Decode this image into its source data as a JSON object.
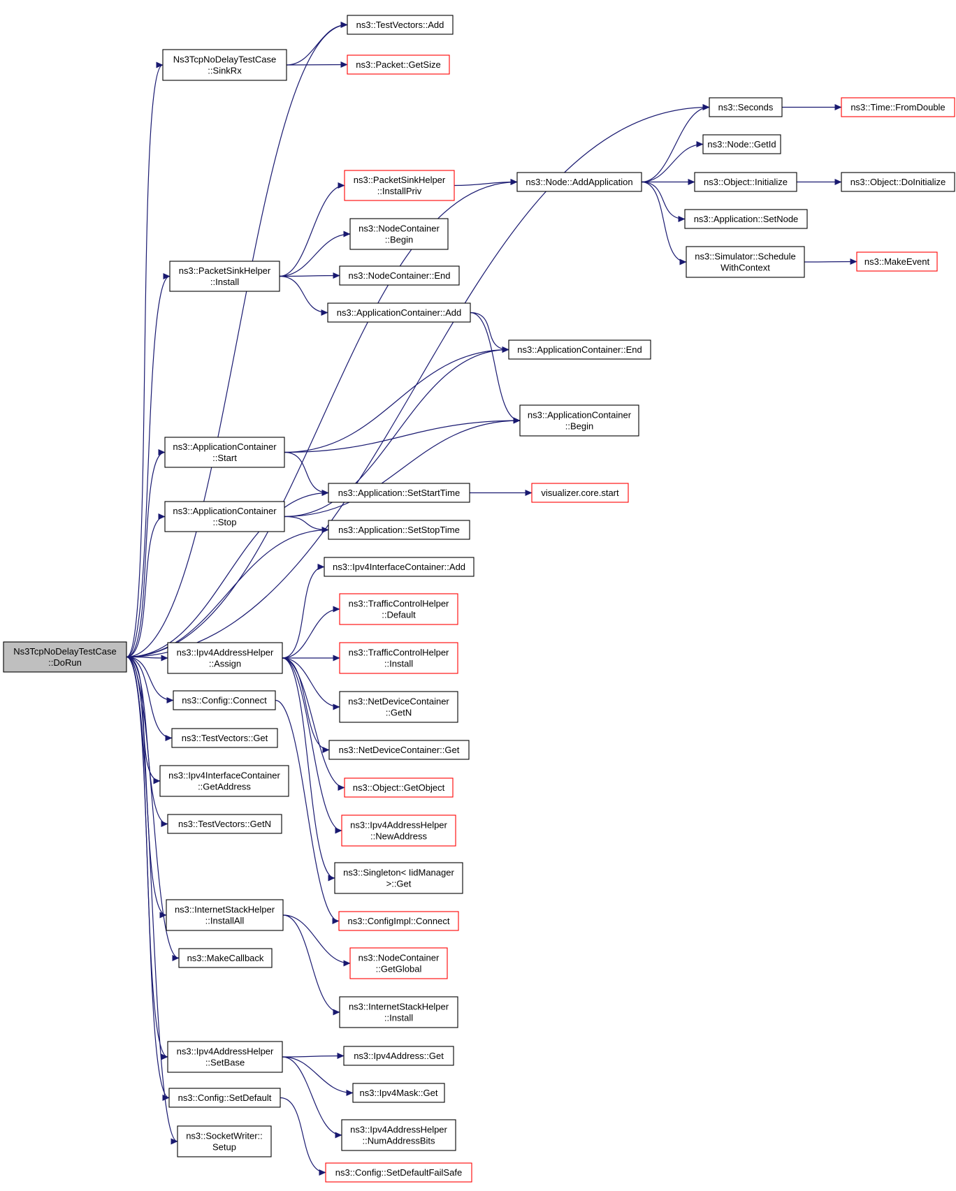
{
  "graph": {
    "nodes": [
      {
        "id": "root",
        "lines": [
          "Ns3TcpNoDelayTestCase",
          "::DoRun"
        ],
        "style": "root"
      },
      {
        "id": "tv_add",
        "lines": [
          "ns3::TestVectors::Add"
        ],
        "style": "normal"
      },
      {
        "id": "sinkrx",
        "lines": [
          "Ns3TcpNoDelayTestCase",
          "::SinkRx"
        ],
        "style": "normal"
      },
      {
        "id": "pkt_getsize",
        "lines": [
          "ns3::Packet::GetSize"
        ],
        "style": "red"
      },
      {
        "id": "seconds",
        "lines": [
          "ns3::Seconds"
        ],
        "style": "normal"
      },
      {
        "id": "fromdouble",
        "lines": [
          "ns3::Time::FromDouble"
        ],
        "style": "red"
      },
      {
        "id": "node_getid",
        "lines": [
          "ns3::Node::GetId"
        ],
        "style": "normal"
      },
      {
        "id": "psh_installpriv",
        "lines": [
          "ns3::PacketSinkHelper",
          "::InstallPriv"
        ],
        "style": "red"
      },
      {
        "id": "node_addapp",
        "lines": [
          "ns3::Node::AddApplication"
        ],
        "style": "normal"
      },
      {
        "id": "obj_init",
        "lines": [
          "ns3::Object::Initialize"
        ],
        "style": "normal"
      },
      {
        "id": "obj_doinit",
        "lines": [
          "ns3::Object::DoInitialize"
        ],
        "style": "normal"
      },
      {
        "id": "nc_begin",
        "lines": [
          "ns3::NodeContainer",
          "::Begin"
        ],
        "style": "normal"
      },
      {
        "id": "app_setnode",
        "lines": [
          "ns3::Application::SetNode"
        ],
        "style": "normal"
      },
      {
        "id": "sim_sched",
        "lines": [
          "ns3::Simulator::Schedule",
          "WithContext"
        ],
        "style": "normal"
      },
      {
        "id": "makeevent",
        "lines": [
          "ns3::MakeEvent"
        ],
        "style": "red"
      },
      {
        "id": "psh_install",
        "lines": [
          "ns3::PacketSinkHelper",
          "::Install"
        ],
        "style": "normal"
      },
      {
        "id": "nc_end",
        "lines": [
          "ns3::NodeContainer::End"
        ],
        "style": "normal"
      },
      {
        "id": "ac_add",
        "lines": [
          "ns3::ApplicationContainer::Add"
        ],
        "style": "normal"
      },
      {
        "id": "ac_end",
        "lines": [
          "ns3::ApplicationContainer::End"
        ],
        "style": "normal"
      },
      {
        "id": "ac_begin",
        "lines": [
          "ns3::ApplicationContainer",
          "::Begin"
        ],
        "style": "normal"
      },
      {
        "id": "ac_start",
        "lines": [
          "ns3::ApplicationContainer",
          "::Start"
        ],
        "style": "normal"
      },
      {
        "id": "app_setstart",
        "lines": [
          "ns3::Application::SetStartTime"
        ],
        "style": "normal"
      },
      {
        "id": "viz_start",
        "lines": [
          "visualizer.core.start"
        ],
        "style": "red"
      },
      {
        "id": "ac_stop",
        "lines": [
          "ns3::ApplicationContainer",
          "::Stop"
        ],
        "style": "normal"
      },
      {
        "id": "app_setstop",
        "lines": [
          "ns3::Application::SetStopTime"
        ],
        "style": "normal"
      },
      {
        "id": "ipv4ic_add",
        "lines": [
          "ns3::Ipv4InterfaceContainer::Add"
        ],
        "style": "normal"
      },
      {
        "id": "tch_default",
        "lines": [
          "ns3::TrafficControlHelper",
          "::Default"
        ],
        "style": "red"
      },
      {
        "id": "ipv4ah_assign",
        "lines": [
          "ns3::Ipv4AddressHelper",
          "::Assign"
        ],
        "style": "normal"
      },
      {
        "id": "tch_install",
        "lines": [
          "ns3::TrafficControlHelper",
          "::Install"
        ],
        "style": "red"
      },
      {
        "id": "cfg_connect",
        "lines": [
          "ns3::Config::Connect"
        ],
        "style": "normal"
      },
      {
        "id": "ndc_getn",
        "lines": [
          "ns3::NetDeviceContainer",
          "::GetN"
        ],
        "style": "normal"
      },
      {
        "id": "tv_get",
        "lines": [
          "ns3::TestVectors::Get"
        ],
        "style": "normal"
      },
      {
        "id": "ndc_get",
        "lines": [
          "ns3::NetDeviceContainer::Get"
        ],
        "style": "normal"
      },
      {
        "id": "ipv4ic_getaddr",
        "lines": [
          "ns3::Ipv4InterfaceContainer",
          "::GetAddress"
        ],
        "style": "normal"
      },
      {
        "id": "obj_getobject",
        "lines": [
          "ns3::Object::GetObject"
        ],
        "style": "red"
      },
      {
        "id": "tv_getn",
        "lines": [
          "ns3::TestVectors::GetN"
        ],
        "style": "normal"
      },
      {
        "id": "ipv4ah_newaddr",
        "lines": [
          "ns3::Ipv4AddressHelper",
          "::NewAddress"
        ],
        "style": "red"
      },
      {
        "id": "singleton_get",
        "lines": [
          "ns3::Singleton< IidManager",
          ">::Get"
        ],
        "style": "normal"
      },
      {
        "id": "ish_installall",
        "lines": [
          "ns3::InternetStackHelper",
          "::InstallAll"
        ],
        "style": "normal"
      },
      {
        "id": "cfgimpl_connect",
        "lines": [
          "ns3::ConfigImpl::Connect"
        ],
        "style": "red"
      },
      {
        "id": "makecallback",
        "lines": [
          "ns3::MakeCallback"
        ],
        "style": "normal"
      },
      {
        "id": "nc_getglobal",
        "lines": [
          "ns3::NodeContainer",
          "::GetGlobal"
        ],
        "style": "red"
      },
      {
        "id": "ish_install",
        "lines": [
          "ns3::InternetStackHelper",
          "::Install"
        ],
        "style": "normal"
      },
      {
        "id": "ipv4ah_setbase",
        "lines": [
          "ns3::Ipv4AddressHelper",
          "::SetBase"
        ],
        "style": "normal"
      },
      {
        "id": "ipv4addr_get",
        "lines": [
          "ns3::Ipv4Address::Get"
        ],
        "style": "normal"
      },
      {
        "id": "ipv4mask_get",
        "lines": [
          "ns3::Ipv4Mask::Get"
        ],
        "style": "normal"
      },
      {
        "id": "cfg_setdefault",
        "lines": [
          "ns3::Config::SetDefault"
        ],
        "style": "normal"
      },
      {
        "id": "ipv4ah_numbits",
        "lines": [
          "ns3::Ipv4AddressHelper",
          "::NumAddressBits"
        ],
        "style": "normal"
      },
      {
        "id": "sw_setup",
        "lines": [
          "ns3::SocketWriter::",
          "Setup"
        ],
        "style": "normal"
      },
      {
        "id": "cfg_setdefaultfs",
        "lines": [
          "ns3::Config::SetDefaultFailSafe"
        ],
        "style": "red"
      }
    ],
    "edges": [
      [
        "root",
        "tv_add"
      ],
      [
        "root",
        "sinkrx"
      ],
      [
        "sinkrx",
        "tv_add"
      ],
      [
        "sinkrx",
        "pkt_getsize"
      ],
      [
        "root",
        "seconds"
      ],
      [
        "seconds",
        "fromdouble"
      ],
      [
        "root",
        "node_addapp"
      ],
      [
        "node_addapp",
        "seconds"
      ],
      [
        "node_addapp",
        "node_getid"
      ],
      [
        "node_addapp",
        "obj_init"
      ],
      [
        "obj_init",
        "obj_doinit"
      ],
      [
        "node_addapp",
        "app_setnode"
      ],
      [
        "node_addapp",
        "sim_sched"
      ],
      [
        "sim_sched",
        "makeevent"
      ],
      [
        "psh_installpriv",
        "node_addapp"
      ],
      [
        "root",
        "psh_install"
      ],
      [
        "psh_install",
        "psh_installpriv"
      ],
      [
        "psh_install",
        "nc_begin"
      ],
      [
        "psh_install",
        "nc_end"
      ],
      [
        "psh_install",
        "ac_add"
      ],
      [
        "ac_add",
        "ac_end"
      ],
      [
        "ac_add",
        "ac_begin"
      ],
      [
        "root",
        "ac_start"
      ],
      [
        "ac_start",
        "ac_end"
      ],
      [
        "ac_start",
        "ac_begin"
      ],
      [
        "ac_start",
        "app_setstart"
      ],
      [
        "root",
        "ac_stop"
      ],
      [
        "ac_stop",
        "ac_end"
      ],
      [
        "ac_stop",
        "ac_begin"
      ],
      [
        "ac_stop",
        "app_setstop"
      ],
      [
        "root",
        "app_setstart"
      ],
      [
        "app_setstart",
        "viz_start"
      ],
      [
        "root",
        "app_setstop"
      ],
      [
        "root",
        "ipv4ah_assign"
      ],
      [
        "ipv4ah_assign",
        "ipv4ic_add"
      ],
      [
        "ipv4ah_assign",
        "tch_default"
      ],
      [
        "ipv4ah_assign",
        "tch_install"
      ],
      [
        "ipv4ah_assign",
        "ndc_getn"
      ],
      [
        "ipv4ah_assign",
        "ndc_get"
      ],
      [
        "ipv4ah_assign",
        "obj_getobject"
      ],
      [
        "ipv4ah_assign",
        "ipv4ah_newaddr"
      ],
      [
        "ipv4ah_assign",
        "singleton_get"
      ],
      [
        "root",
        "cfg_connect"
      ],
      [
        "cfg_connect",
        "cfgimpl_connect"
      ],
      [
        "root",
        "tv_get"
      ],
      [
        "root",
        "ipv4ic_getaddr"
      ],
      [
        "root",
        "tv_getn"
      ],
      [
        "root",
        "ish_installall"
      ],
      [
        "ish_installall",
        "nc_getglobal"
      ],
      [
        "ish_installall",
        "ish_install"
      ],
      [
        "root",
        "makecallback"
      ],
      [
        "root",
        "ipv4ah_setbase"
      ],
      [
        "ipv4ah_setbase",
        "ipv4addr_get"
      ],
      [
        "ipv4ah_setbase",
        "ipv4mask_get"
      ],
      [
        "ipv4ah_setbase",
        "ipv4ah_numbits"
      ],
      [
        "root",
        "cfg_setdefault"
      ],
      [
        "cfg_setdefault",
        "cfg_setdefaultfs"
      ],
      [
        "root",
        "sw_setup"
      ]
    ]
  },
  "colors": {
    "edge": "#191970",
    "node_border": "#000000",
    "node_border_undocumented": "#ff0000",
    "root_fill": "#bfbfbf",
    "background": "#ffffff"
  }
}
